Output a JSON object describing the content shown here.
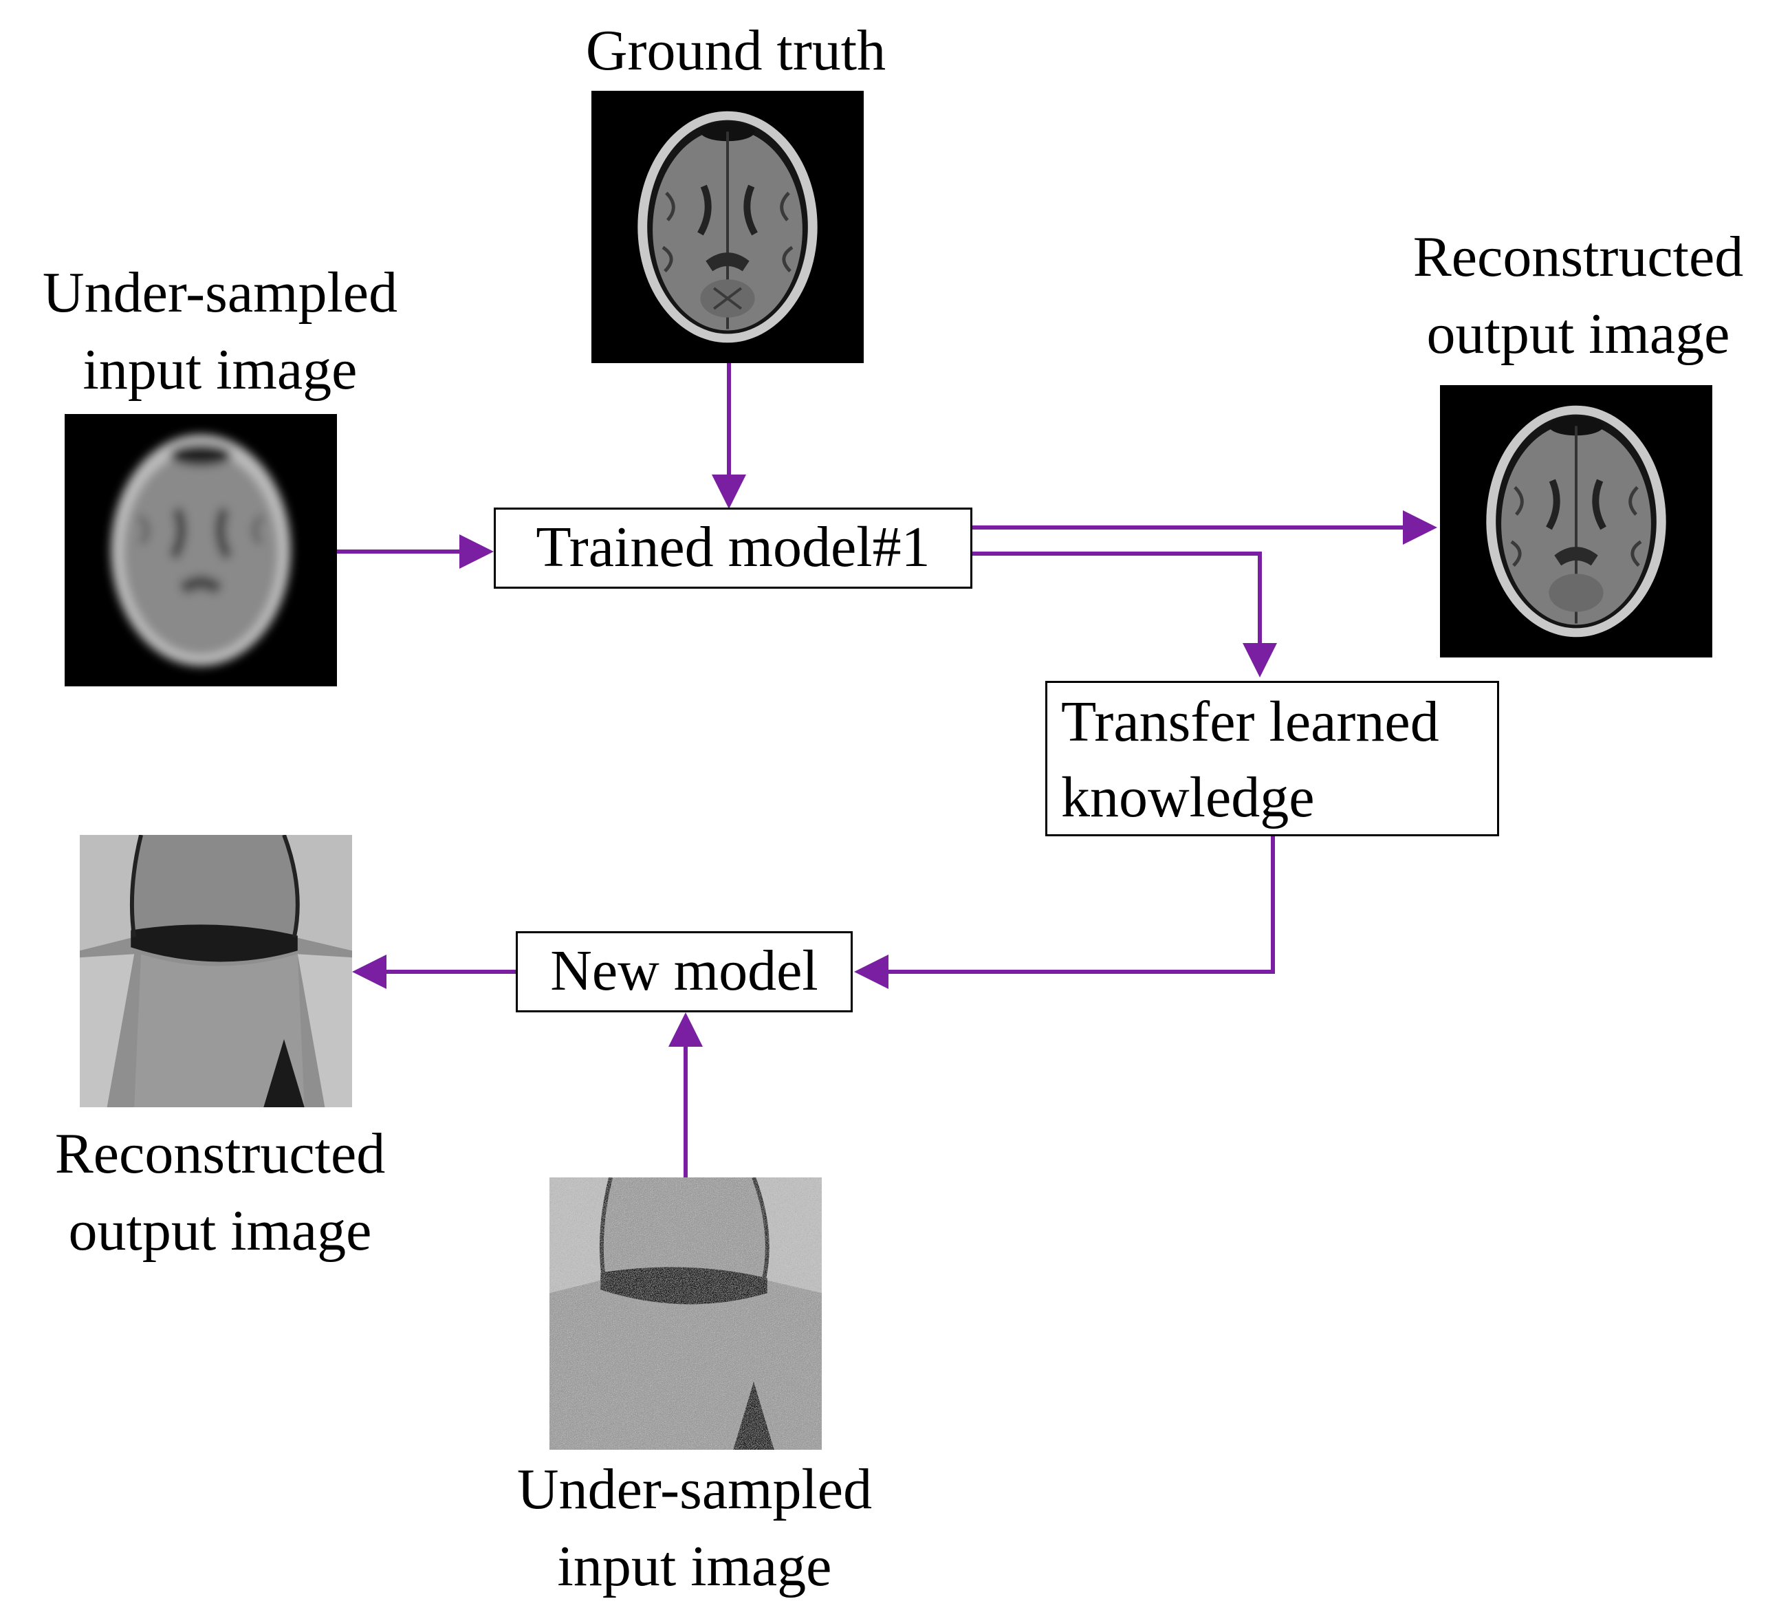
{
  "labels": {
    "ground_truth": "Ground truth",
    "undersampled_brain": [
      "Under-sampled",
      "input image"
    ],
    "reconstructed_brain": [
      "Reconstructed",
      "output image"
    ],
    "reconstructed_knee": [
      "Reconstructed",
      "output image"
    ],
    "undersampled_knee": [
      "Under-sampled",
      "input image"
    ]
  },
  "boxes": {
    "trained_model": "Trained model#1",
    "transfer": [
      "Transfer learned",
      "knowledge"
    ],
    "new_model": "New model"
  },
  "colors": {
    "arrow": "#7B1FA2",
    "box_border": "#000000",
    "image_background": "#000000"
  },
  "images": {
    "ground_truth": "brain-mri-axial",
    "undersampled_brain": "brain-mri-axial-blurred",
    "reconstructed_brain": "brain-mri-axial",
    "reconstructed_knee": "knee-mri-coronal",
    "undersampled_knee": "knee-mri-coronal-noisy"
  }
}
